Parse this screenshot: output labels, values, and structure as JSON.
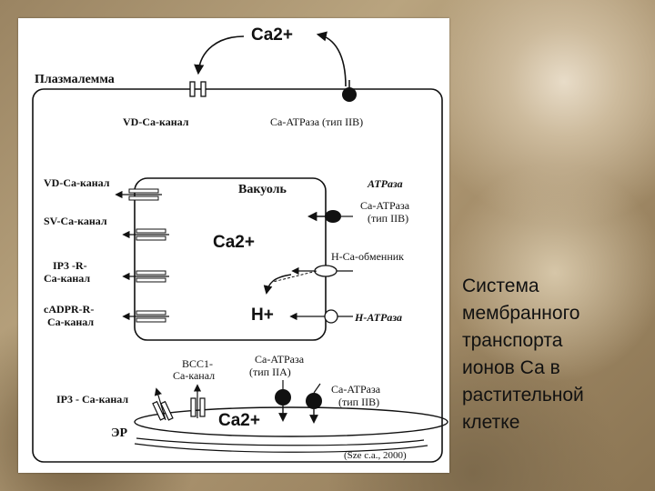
{
  "diagram": {
    "ca_top": "Ca2+",
    "plasmalemma": "Плазмалемма",
    "vd_channel_pm": "VD-Ca-канал",
    "ca_atpase_pm": "Ca-ATPаза (тип IIB)",
    "vd_channel": "VD-Ca-канал",
    "sv_channel": "SV-Ca-канал",
    "ip3_r_1": "IP3 -R-",
    "ip3_r_2": "Ca-канал",
    "cadpr_1": "cADPR-R-",
    "cadpr_2": "Ca-канал",
    "vacuole": "Вакуоль",
    "ca_vacuole": "Ca2+",
    "atpase": "ATPаза",
    "ca_atpase_vac_1": "Ca-ATPаза",
    "ca_atpase_vac_2": "(тип IIB)",
    "h_ca_exchanger": "H-Ca-обменник",
    "h_plus": "H+",
    "h_atpase": "H-ATPаза",
    "bcc1_1": "BCC1-",
    "bcc1_2": "Ca-канал",
    "ca_atpase_iia_1": "Ca-ATPаза",
    "ca_atpase_iia_2": "(тип IIA)",
    "ip3_channel_er": "IP3 - Ca-канал",
    "ca_atpase_er_1": "Ca-ATPаза",
    "ca_atpase_er_2": "(тип IIB)",
    "er": "ЭР",
    "ca_er": "Ca2+",
    "citation": "(Sze c.a., 2000)"
  },
  "side_title": {
    "lines": [
      "Система",
      "мембранного",
      "транспорта",
      "ионов Са в",
      "растительной",
      "клетке"
    ]
  }
}
